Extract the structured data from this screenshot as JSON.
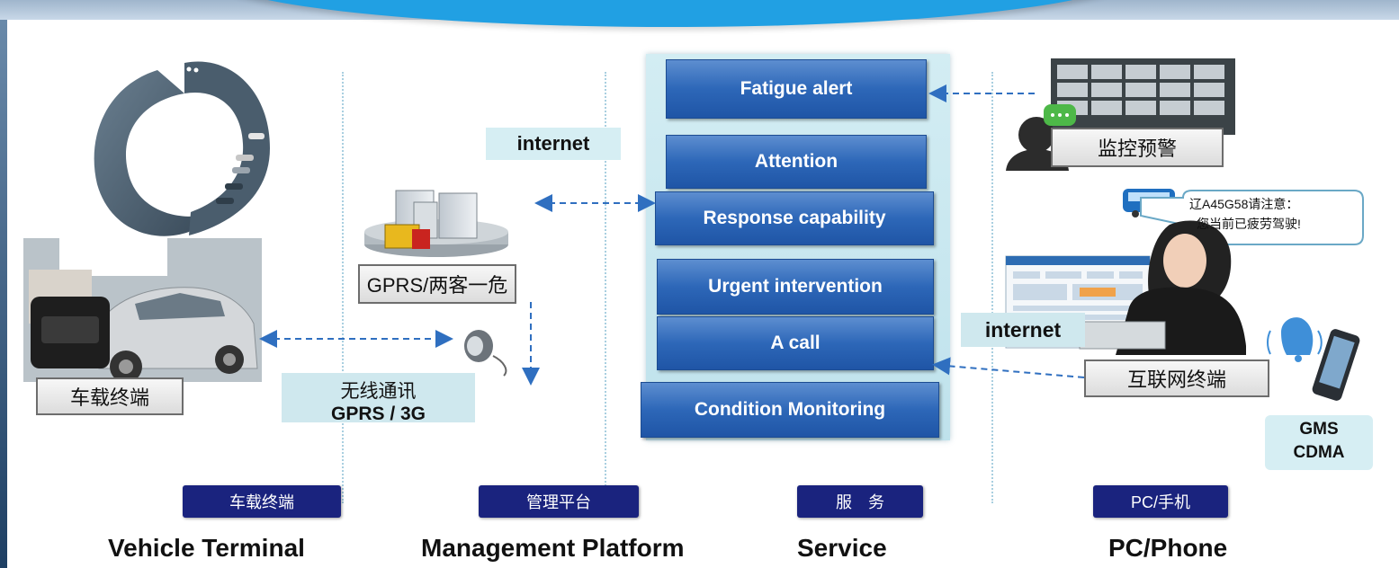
{
  "services": [
    "Fatigue alert",
    "Attention",
    "Response capability",
    "Urgent intervention",
    "A call",
    "Condition Monitoring"
  ],
  "internet_labels": {
    "left": "internet",
    "right": "internet"
  },
  "labels": {
    "gprs_server": "GPRS/两客一危",
    "vehicle_terminal_box": "车载终端",
    "wireless_line1": "无线通讯",
    "wireless_line2": "GPRS / 3G",
    "monitor_box": "监控预警",
    "internet_terminal_box": "互联网终端",
    "speech_line1": "辽A45G58请注意：",
    "speech_line2": "您当前已疲劳驾驶!",
    "gms": "GMS",
    "cdma": "CDMA"
  },
  "columns": [
    {
      "cn": "车载终端",
      "en": "Vehicle Terminal"
    },
    {
      "cn": "管理平台",
      "en": "Management Platform"
    },
    {
      "cn": "服　务",
      "en": "Service"
    },
    {
      "cn": "PC/手机",
      "en": "PC/Phone"
    }
  ],
  "colors": {
    "header_blue": "#21a0e3",
    "service_box": "#2d67b8",
    "navy_label": "#1a237e",
    "arrow": "#2f6fc0"
  }
}
